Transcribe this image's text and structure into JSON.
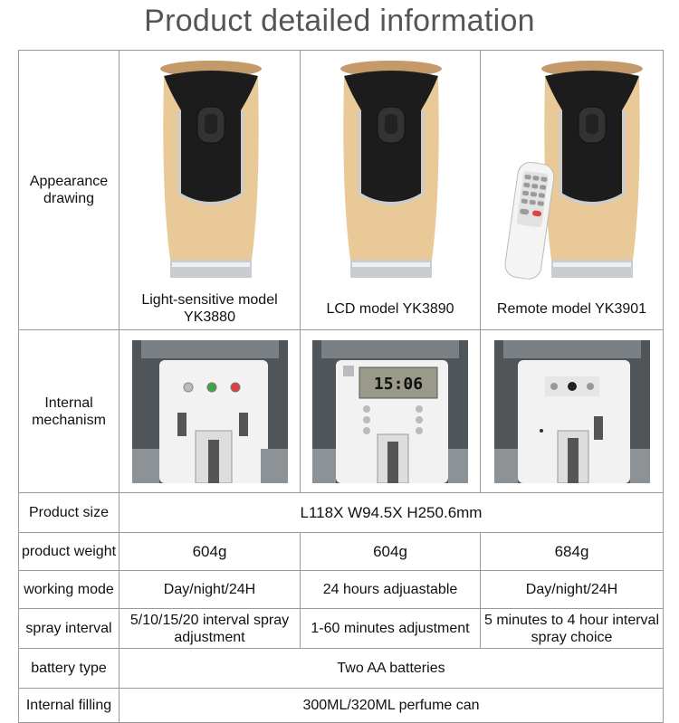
{
  "title": "Product detailed information",
  "rows": {
    "appearance": {
      "label": "Appearance drawing",
      "models": [
        "Light-sensitive model YK3880",
        "LCD model YK3890",
        "Remote model YK3901"
      ]
    },
    "mechanism": {
      "label": "Internal mechanism",
      "lcd_time": "15:06"
    },
    "size": {
      "label": "Product size",
      "value": "L118X W94.5X H250.6mm"
    },
    "weight": {
      "label": "product weight",
      "values": [
        "604g",
        "604g",
        "684g"
      ]
    },
    "mode": {
      "label": "working mode",
      "values": [
        "Day/night/24H",
        "24 hours adjuastable",
        "Day/night/24H"
      ]
    },
    "spray": {
      "label": "spray interval",
      "values": [
        "5/10/15/20 interval spray adjustment",
        "1-60 minutes adjustment",
        "5 minutes to 4 hour interval spray choice"
      ]
    },
    "battery": {
      "label": "battery type",
      "value": "Two AA batteries"
    },
    "filling": {
      "label": "Internal filling",
      "value": "300ML/320ML perfume can"
    }
  },
  "colors": {
    "wood": "#e8c997",
    "black": "#1c1c1c",
    "chrome": "#c9ccd0",
    "led_red": "#e04040",
    "led_green": "#3fa34a"
  }
}
